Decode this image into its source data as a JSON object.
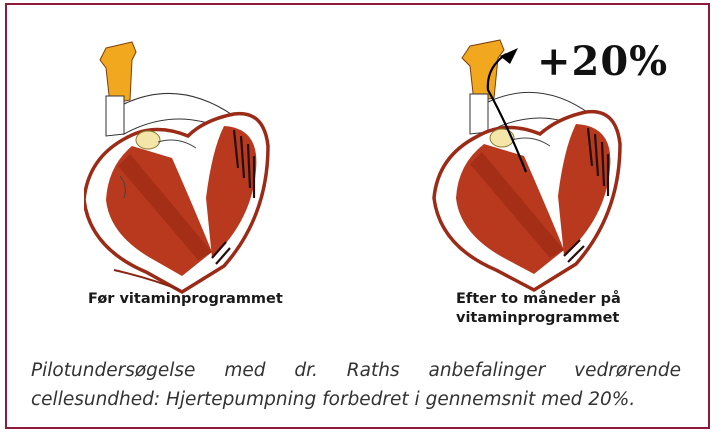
{
  "colors": {
    "frame_border": "#8e1b3c",
    "muscle": "#b8391e",
    "aorta": "#f1a81e",
    "valve": "#f4e6a8"
  },
  "before": {
    "caption": "Før vitaminprogrammet"
  },
  "after": {
    "badge": "+20%",
    "caption_line1": "Efter to måneder på",
    "caption_line2": "vitaminprogrammet"
  },
  "description": {
    "line1": "Pilotundersøgelse med dr. Raths anbefalinger vedrørende",
    "line2": "cellesundhed: Hjertepumpning forbedret i gennemsnit med 20%."
  }
}
